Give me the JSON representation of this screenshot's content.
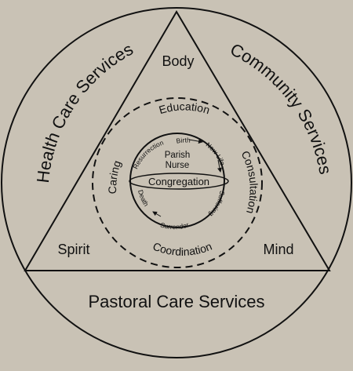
{
  "outer_labels": {
    "top_left": "Health Care Services",
    "top_right": "Community Services",
    "bottom": "Pastoral Care Services"
  },
  "triangle_labels": {
    "top": "Body",
    "left": "Spirit",
    "right": "Mind"
  },
  "ring_labels": {
    "top": "Education",
    "left": "Caring",
    "right": "Consultation",
    "bottom": "Coordination"
  },
  "cycle_labels": {
    "birth": "Birth",
    "new_life": "New Life",
    "suffering": "Suffering",
    "surrender": "Surrender",
    "death": "Death",
    "resurrection": "Resurrection"
  },
  "center": {
    "line1": "Parish",
    "line2": "Nurse",
    "core": "Congregation"
  },
  "colors": {
    "background": "#c9c2b5",
    "ink": "#111111"
  }
}
